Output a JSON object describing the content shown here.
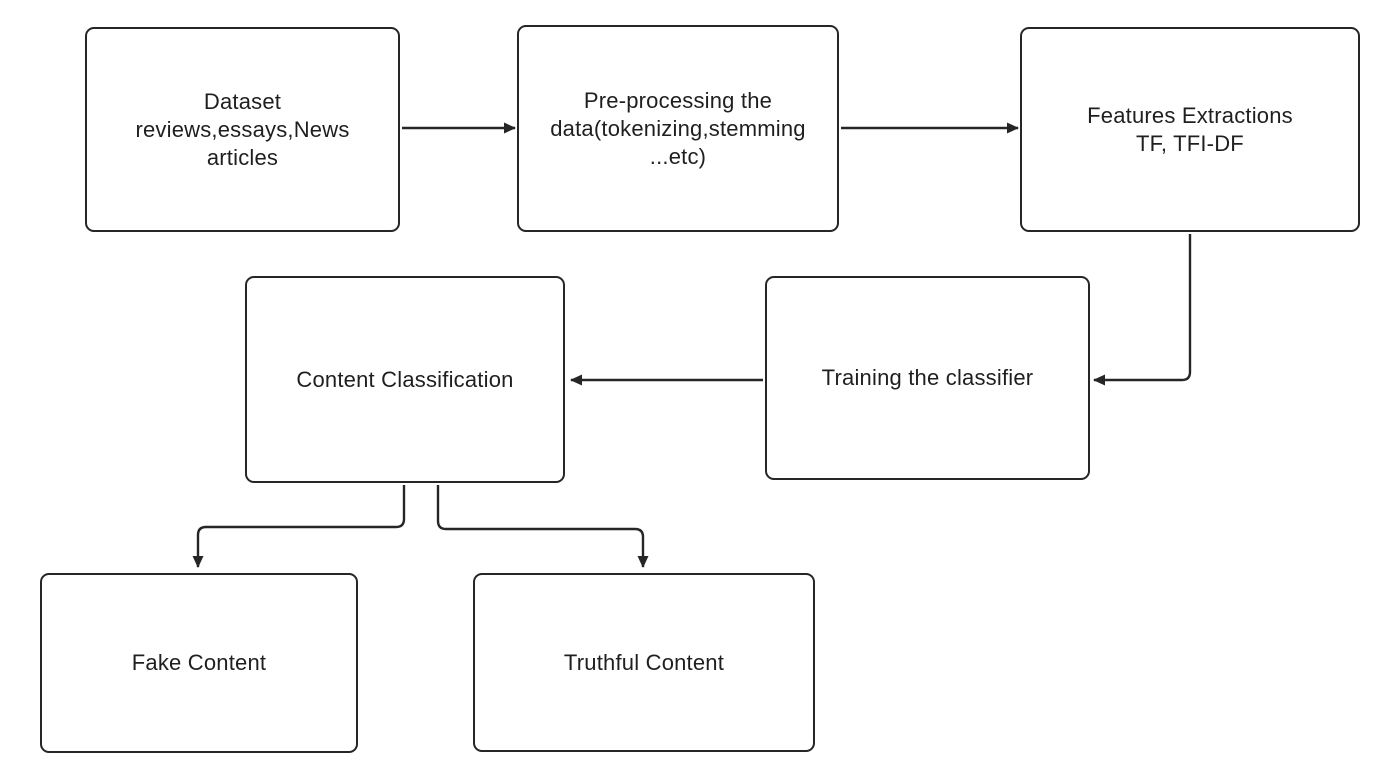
{
  "diagram": {
    "title": "Fake content classification flowchart",
    "background_color": "#ffffff",
    "stroke_color": "#262626",
    "text_color": "#1f1f1f",
    "nodes": [
      {
        "id": "dataset",
        "label": "Dataset\nreviews,essays,News\narticles"
      },
      {
        "id": "preprocessing",
        "label": "Pre-processing the\ndata(tokenizing,stemming\n...etc)"
      },
      {
        "id": "features",
        "label": "Features Extractions\nTF, TFI-DF"
      },
      {
        "id": "training",
        "label": "Training the classifier"
      },
      {
        "id": "classification",
        "label": "Content Classification"
      },
      {
        "id": "fake",
        "label": "Fake Content"
      },
      {
        "id": "truthful",
        "label": "Truthful Content"
      }
    ],
    "edges": [
      {
        "from": "dataset",
        "to": "preprocessing",
        "direction": "right"
      },
      {
        "from": "preprocessing",
        "to": "features",
        "direction": "right"
      },
      {
        "from": "features",
        "to": "training",
        "direction": "down-left"
      },
      {
        "from": "training",
        "to": "classification",
        "direction": "left"
      },
      {
        "from": "classification",
        "to": "fake",
        "direction": "down-left"
      },
      {
        "from": "classification",
        "to": "truthful",
        "direction": "down-right"
      }
    ]
  }
}
